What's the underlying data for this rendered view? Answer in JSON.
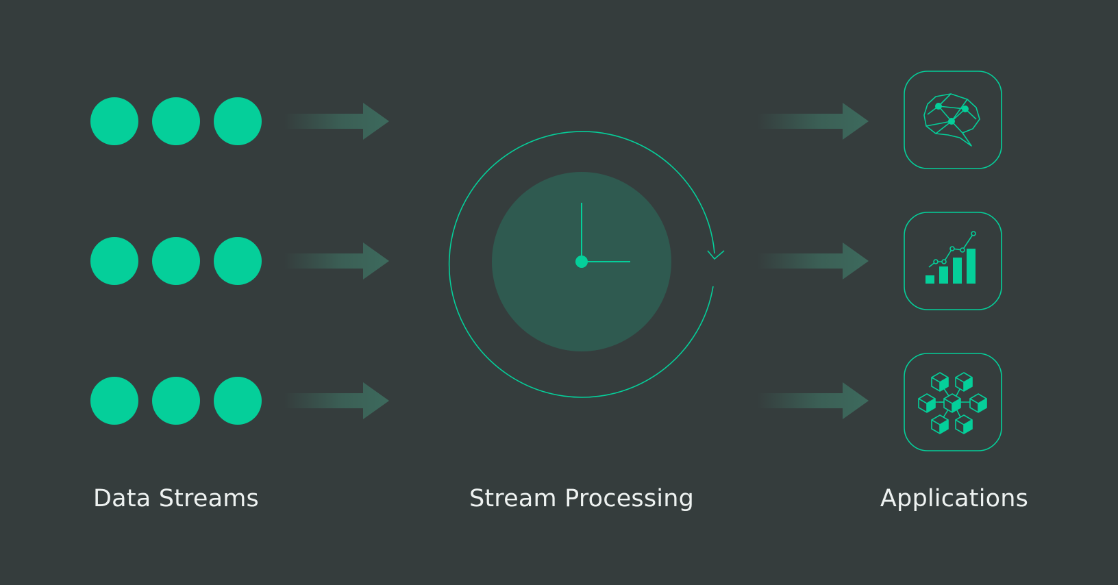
{
  "colors": {
    "background": "#353d3d",
    "accent": "#05cf9a",
    "clock_face": "#2f5a50",
    "arrow": "#3d6a5d",
    "label_text": "#eef2f1"
  },
  "labels": {
    "data_streams": "Data Streams",
    "stream_processing": "Stream Processing",
    "applications": "Applications"
  },
  "data_streams": [
    {
      "dots": 3
    },
    {
      "dots": 3
    },
    {
      "dots": 3
    }
  ],
  "applications": [
    {
      "icon": "brain-network-icon"
    },
    {
      "icon": "growth-bar-chart-icon"
    },
    {
      "icon": "blockchain-cubes-icon"
    }
  ],
  "processing": {
    "icon": "clock-icon",
    "cycle": "circular-arrow"
  }
}
